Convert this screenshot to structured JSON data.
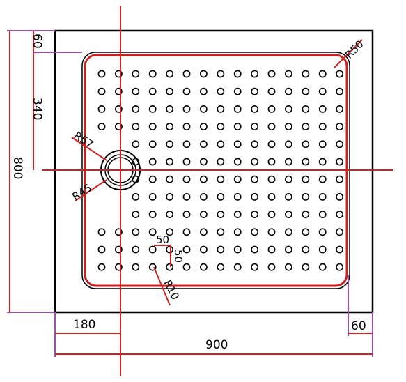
{
  "labels": {
    "width_total": "900",
    "height_total": "800",
    "left_offset": "180",
    "right_margin": "60",
    "top_margin": "60",
    "drain_offset": "340",
    "radius_drain_outer": "R57",
    "radius_drain_inner": "R45",
    "radius_corner": "R50",
    "radius_hole": "R10",
    "hole_spacing_h": "50",
    "hole_spacing_v": "50"
  },
  "colors": {
    "outline": "#000000",
    "inner_tray": "#cc1f1f",
    "dimension_red": "#d42020",
    "dimension_purple": "#9b4fa6",
    "hole": "#000000"
  },
  "holes": {
    "columns": 15,
    "rows": 12,
    "missing_near_drain": [
      [
        4,
        0
      ],
      [
        4,
        1
      ],
      [
        5,
        0
      ],
      [
        5,
        1
      ],
      [
        6,
        0
      ],
      [
        6,
        1
      ],
      [
        7,
        0
      ],
      [
        7,
        1
      ],
      [
        8,
        0
      ],
      [
        8,
        1
      ]
    ]
  }
}
